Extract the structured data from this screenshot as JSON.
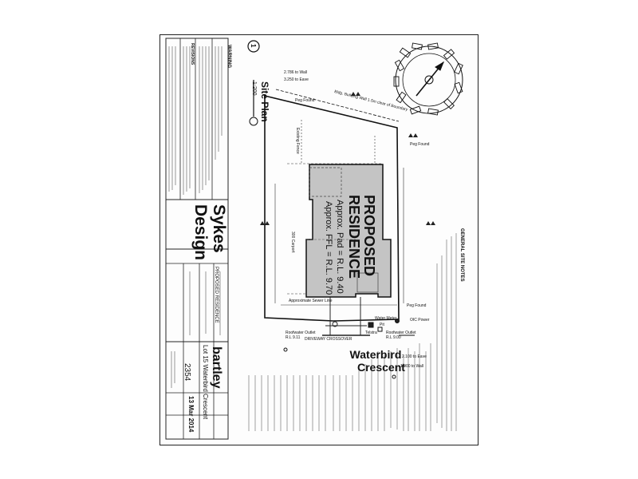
{
  "sheet": {
    "company_name_line1": "Sykes",
    "company_name_line2": "Design",
    "plan_title": "Site Plan",
    "plan_scale": "1:200",
    "plan_number": "1",
    "residence_label_line1": "PROPOSED",
    "residence_label_line2": "RESIDENCE",
    "pad_level": "Approx. Pad = R.L. 9.40",
    "ffl_level": "Approx. FFL = R.L. 9.70",
    "street_line1": "Waterbird",
    "street_line2": "Crescent",
    "client_name": "bartley",
    "lot_address": "Lot 15 Waterbird Crescent",
    "project_label": "PROPOSED RESIDENCE",
    "drawing_date": "13 Mar 2014",
    "job_number": "2354",
    "general_notes_heading": "GENERAL SITE NOTES",
    "warning_heading": "WARNING",
    "revision_heading": "REVISIONS",
    "dim_bldg_setback": "Bldg. Building Wall 1.5m clear of Boundary",
    "label_peg_found_1": "Peg Found",
    "label_peg_found_2": "Peg Found",
    "label_peg_found_3": "Peg Found",
    "label_existing_fence": "Existing Fence",
    "label_carport": "300 Carport",
    "label_sewer": "Approximate Sewer Line",
    "label_driveway": "DRIVEWAY CROSSOVER",
    "label_water_meter": "Water Meter",
    "label_power": "OIC Power",
    "label_rooftop_outlet_left": "Roofwater Outlet",
    "label_rooftop_outlet_right": "Roofwater Outlet",
    "label_rl_left": "R.L 9.11",
    "label_rl_right": "R.L 9.00",
    "label_telstra": "Telstra",
    "label_pit": "Pit",
    "label_to_wall_top": "2.786 to Wall",
    "label_to_eave_top": "3.250 to Eave",
    "label_to_wall_bottom": "1.900 to Wall",
    "label_to_eave_bottom": "2.100 to Eave"
  },
  "colors": {
    "ink": "#111111",
    "building_fill": "#bfbfbf",
    "paper": "#fdfdfd"
  },
  "icons": {
    "north_arrow": "compass-rose-icon"
  }
}
